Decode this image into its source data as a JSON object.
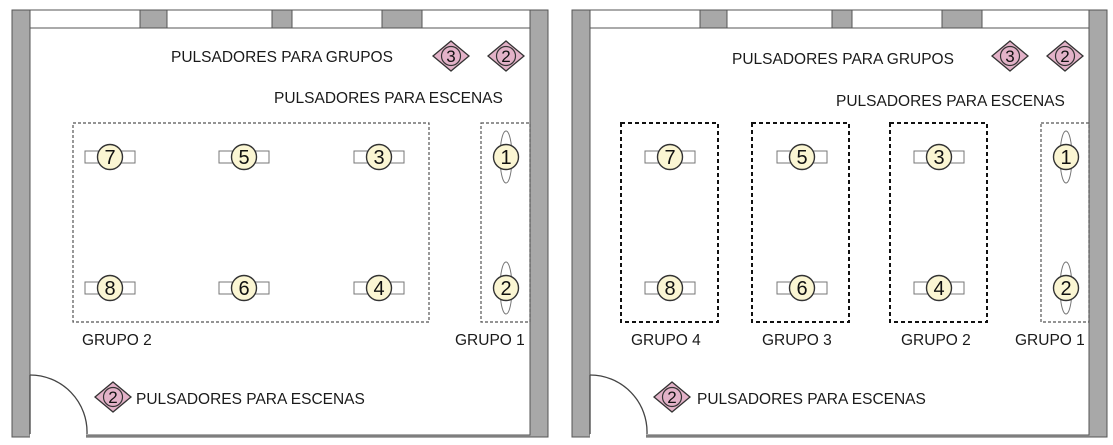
{
  "plans": [
    {
      "groups": [
        {
          "label": "GRUPO 2",
          "lights": [
            "7",
            "5",
            "3",
            "8",
            "6",
            "4"
          ]
        },
        {
          "label": "GRUPO 1",
          "lights": [
            "1",
            "2"
          ]
        }
      ],
      "group_buttons": {
        "label": "PULSADORES PARA GRUPOS",
        "numbers": [
          "3",
          "2"
        ]
      },
      "scene_buttons_top": {
        "label": "PULSADORES PARA ESCENAS"
      },
      "scene_buttons_bottom": {
        "label": "PULSADORES PARA ESCENAS",
        "number": "2"
      }
    },
    {
      "groups": [
        {
          "label": "GRUPO 4",
          "lights": [
            "7",
            "8"
          ]
        },
        {
          "label": "GRUPO 3",
          "lights": [
            "5",
            "6"
          ]
        },
        {
          "label": "GRUPO 2",
          "lights": [
            "3",
            "4"
          ]
        },
        {
          "label": "GRUPO 1",
          "lights": [
            "1",
            "2"
          ]
        }
      ],
      "group_buttons": {
        "label": "PULSADORES PARA GRUPOS",
        "numbers": [
          "3",
          "2"
        ]
      },
      "scene_buttons_top": {
        "label": "PULSADORES PARA ESCENAS"
      },
      "scene_buttons_bottom": {
        "label": "PULSADORES PARA ESCENAS",
        "number": "2"
      }
    }
  ],
  "colors": {
    "wall": "#a8a8a8",
    "wall_outline": "#555555",
    "window": "#ffffff",
    "lamp_fill": "#fbf6d3",
    "lamp_stroke": "#333333",
    "button_fill": "#e3b2c8",
    "button_stroke": "#333333",
    "dashed_border": "#555555",
    "dashed_border_dark": "#111111"
  }
}
